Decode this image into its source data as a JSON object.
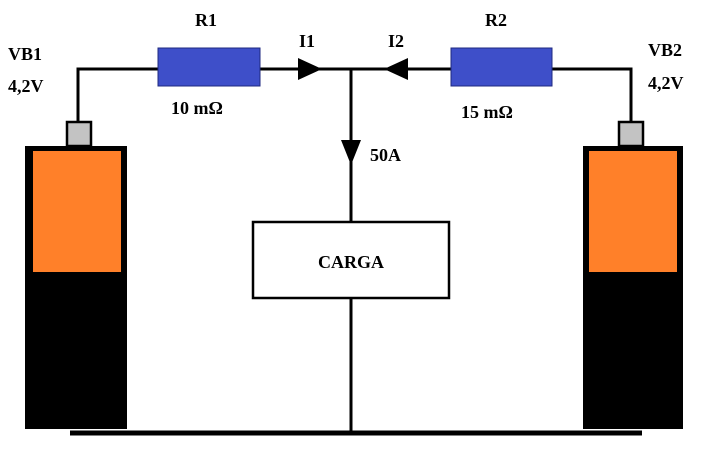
{
  "battery_left": {
    "name": "VB1",
    "voltage": "4,2V"
  },
  "battery_right": {
    "name": "VB2",
    "voltage": "4,2V"
  },
  "resistor_left": {
    "name": "R1",
    "value": "10 mΩ"
  },
  "resistor_right": {
    "name": "R2",
    "value": "15 mΩ"
  },
  "current_left": "I1",
  "current_right": "I2",
  "current_load": "50A",
  "load_label": "CARGA",
  "colors": {
    "resistor": "#3e4fc9",
    "battery_top": "#ff8029",
    "battery_bottom": "#000000",
    "terminal": "#c3c3c3",
    "wire": "#000000"
  }
}
